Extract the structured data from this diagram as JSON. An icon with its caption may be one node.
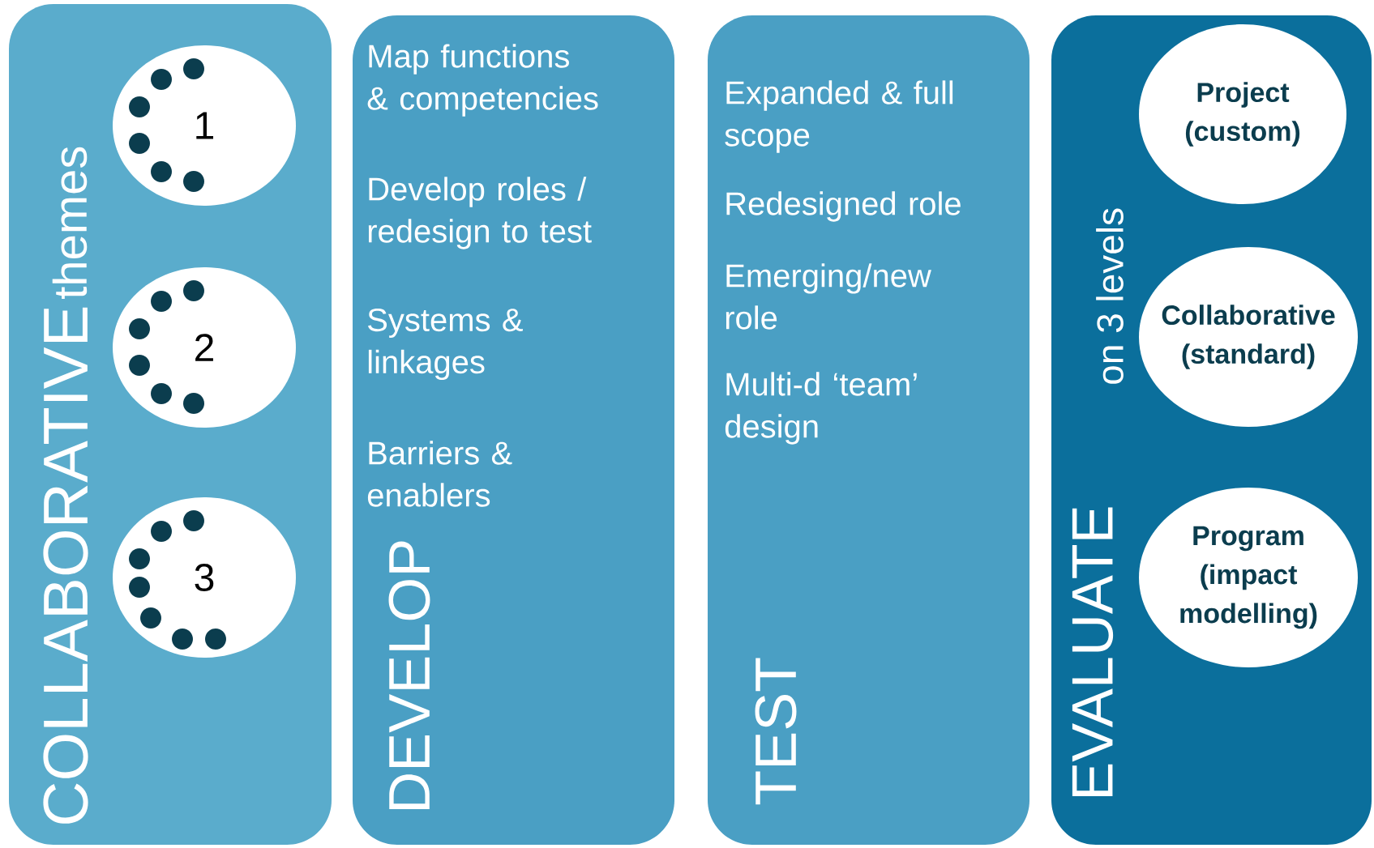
{
  "diagram": {
    "nodes": [
      {
        "text": [
          "COLLABORATIVE",
          "themes"
        ]
      },
      {
        "text": [
          "1"
        ],
        "in": 0
      },
      {
        "text": [
          "2"
        ],
        "in": 0
      },
      {
        "text": [
          "3"
        ],
        "in": 0
      },
      {
        "text": [
          "Map functions & competencies",
          "Develop roles / redesign to test",
          "Systems & linkages",
          "Barriers & enablers",
          "DEVELOP"
        ]
      },
      {
        "text": [
          "Expanded & full scope",
          "Redesigned role",
          "Emerging/new role",
          "Multi-d ‘team’ design",
          "TEST"
        ]
      },
      {
        "text": [
          "EVALUATE",
          "on 3 levels"
        ]
      },
      {
        "text": [
          "Project (custom)"
        ],
        "in": 6
      },
      {
        "text": [
          "Collaborative (standard)"
        ],
        "in": 6
      },
      {
        "text": [
          "Program (impact modelling)"
        ],
        "in": 6
      }
    ]
  }
}
